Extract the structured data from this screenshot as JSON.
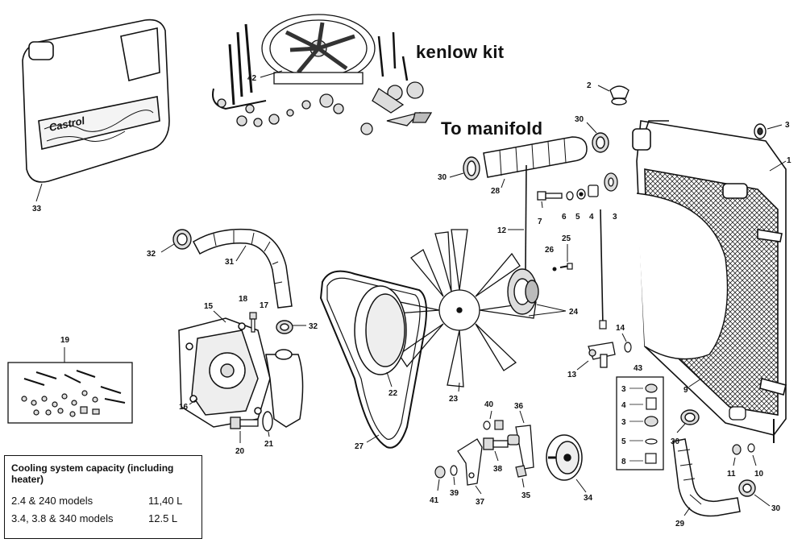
{
  "headings": {
    "kenlow": "kenlow kit",
    "manifold": "To manifold"
  },
  "can_text": "Castrol",
  "part_numbers": {
    "p1": "1",
    "p2": "2",
    "p3a": "3",
    "p3b": "3",
    "p4": "4",
    "p5": "5",
    "p6": "6",
    "p7": "7",
    "p9": "9",
    "p10": "10",
    "p11": "11",
    "p12": "12",
    "p13": "13",
    "p14": "14",
    "p15": "15",
    "p16": "16",
    "p17": "17",
    "p18": "18",
    "p19": "19",
    "p20": "20",
    "p21": "21",
    "p22": "22",
    "p23": "23",
    "p24": "24",
    "p25": "25",
    "p26": "26",
    "p27": "27",
    "p28": "28",
    "p29": "29",
    "p30a": "30",
    "p30b": "30",
    "p30c": "30",
    "p30d": "30",
    "p31": "31",
    "p32a": "32",
    "p32b": "32",
    "p33": "33",
    "p34": "34",
    "p35": "35",
    "p36": "36",
    "p37": "37",
    "p38": "38",
    "p39": "39",
    "p40": "40",
    "p41": "41",
    "p42": "42",
    "p43": "43"
  },
  "kit43": {
    "r1": "3",
    "r2": "4",
    "r3": "3",
    "r4": "5",
    "r5": "8"
  },
  "capacity": {
    "title": "Cooling system capacity (including heater)",
    "rows": [
      {
        "model": "2.4 & 240 models",
        "value": "11,40 L"
      },
      {
        "model": "3.4, 3.8 & 340 models",
        "value": "12.5 L"
      }
    ]
  }
}
